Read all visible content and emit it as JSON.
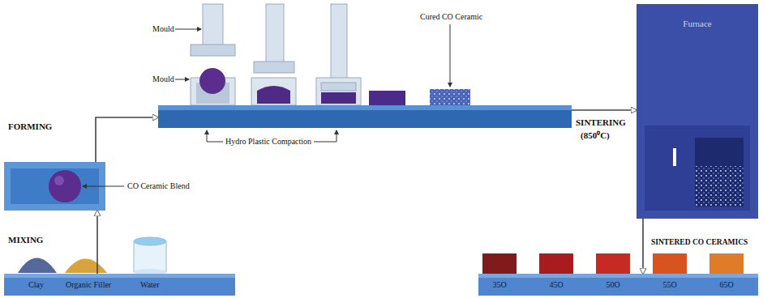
{
  "diagram": {
    "nodes": [
      {
        "text": [
          "Clay",
          "Organic Filler",
          "Water"
        ]
      },
      {
        "text": [
          "CO Ceramic Blend"
        ]
      },
      {
        "text": [
          "Hydro Plastic Compaction"
        ]
      },
      {
        "text": [
          "Furnace"
        ]
      },
      {
        "text": [
          "35O",
          "45O",
          "50O",
          "55O",
          "65O"
        ]
      }
    ],
    "edges": [
      {
        "from": 0,
        "to": 1,
        "arrow": "to"
      },
      {
        "from": 1,
        "to": 2,
        "arrow": "to"
      },
      {
        "from": 2,
        "to": 3,
        "arrow": "to"
      },
      {
        "from": 3,
        "to": 4,
        "arrow": "to"
      }
    ],
    "labels": [
      "MIXING",
      "FORMING",
      "Mould",
      "Mould",
      "Cured CO Ceramic",
      "SINTERING",
      "(850⁰C)",
      "SINTERED CO CERAMICS"
    ]
  }
}
